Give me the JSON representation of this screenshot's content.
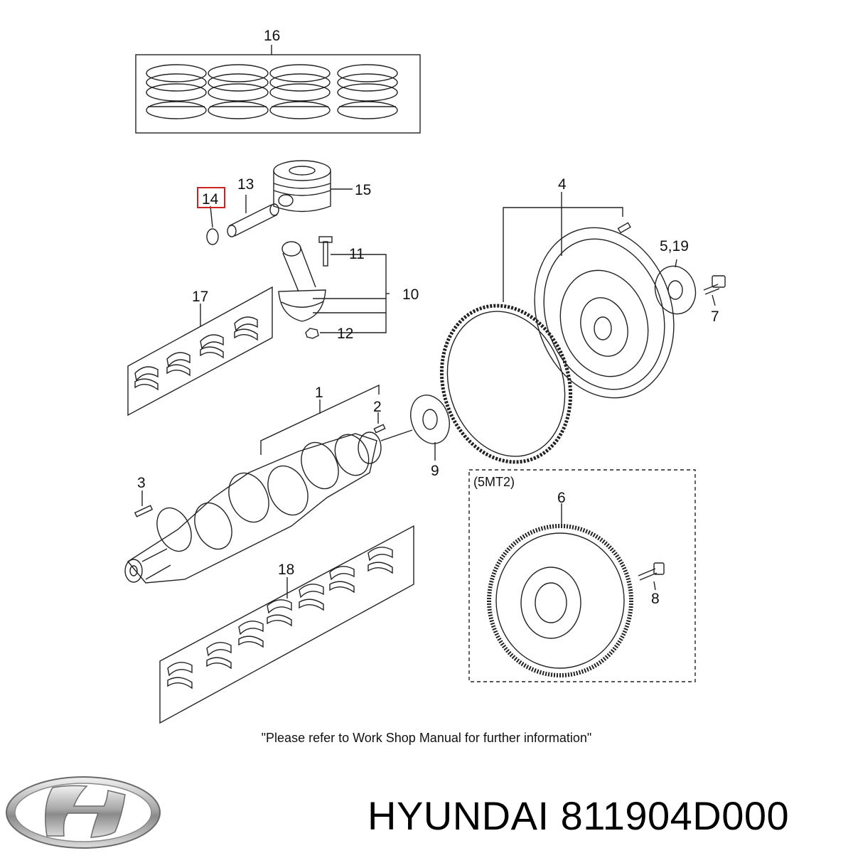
{
  "diagram": {
    "callouts": {
      "c16": "16",
      "c13": "13",
      "c14": "14",
      "c15": "15",
      "c4": "4",
      "c5_19": "5,19",
      "c11": "11",
      "c10": "10",
      "c12": "12",
      "c17": "17",
      "c7": "7",
      "c1": "1",
      "c2": "2",
      "c9": "9",
      "c3": "3",
      "c6": "6",
      "c8": "8",
      "c18": "18"
    },
    "variant_label": "(5MT2)",
    "highlighted_callout": "14",
    "highlight_color": "#cc2222",
    "footnote": "\"Please refer to Work Shop Manual for further information\""
  },
  "product": {
    "brand": "HYUNDAI",
    "part_number": "811904D000",
    "logo_icon": "hyundai-logo-icon"
  }
}
